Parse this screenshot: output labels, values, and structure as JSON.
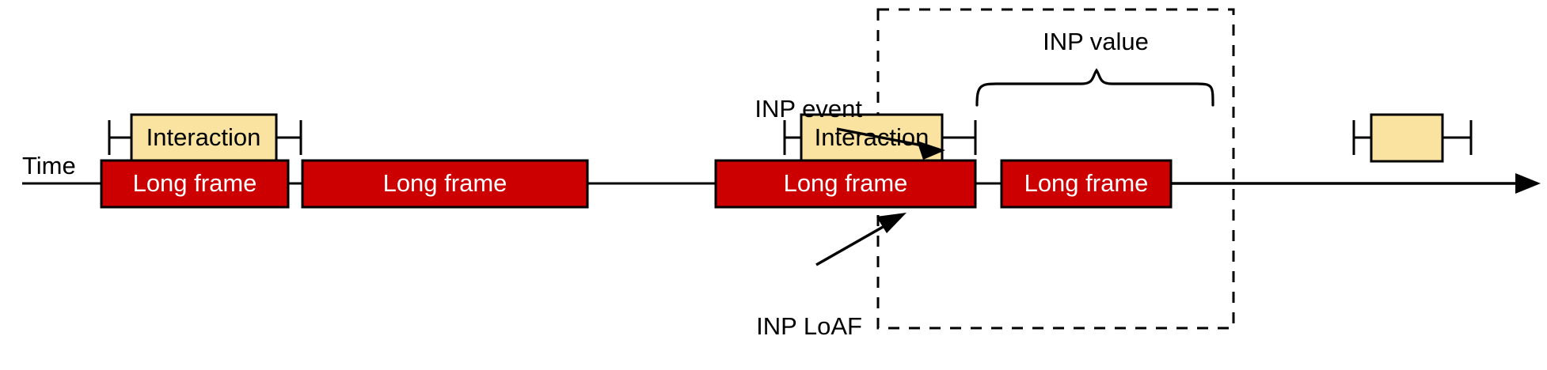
{
  "diagram": {
    "title": "INP event and INP LoAF on a frame timeline",
    "colors": {
      "long_frame_fill": "#CC0000",
      "interaction_fill": "#FAE2A0",
      "stroke": "#000000",
      "background": "#FFFFFF"
    },
    "axis": {
      "time_label": "Time"
    },
    "long_frames": [
      {
        "label": "Long frame"
      },
      {
        "label": "Long frame"
      },
      {
        "label": "Long frame"
      },
      {
        "label": "Long frame"
      }
    ],
    "interactions": [
      {
        "label": "Interaction"
      },
      {
        "label": "Interaction"
      },
      {
        "label": ""
      }
    ],
    "annotations": {
      "inp_value": "INP value",
      "inp_event": "INP event",
      "inp_loaf": "INP LoAF"
    }
  }
}
